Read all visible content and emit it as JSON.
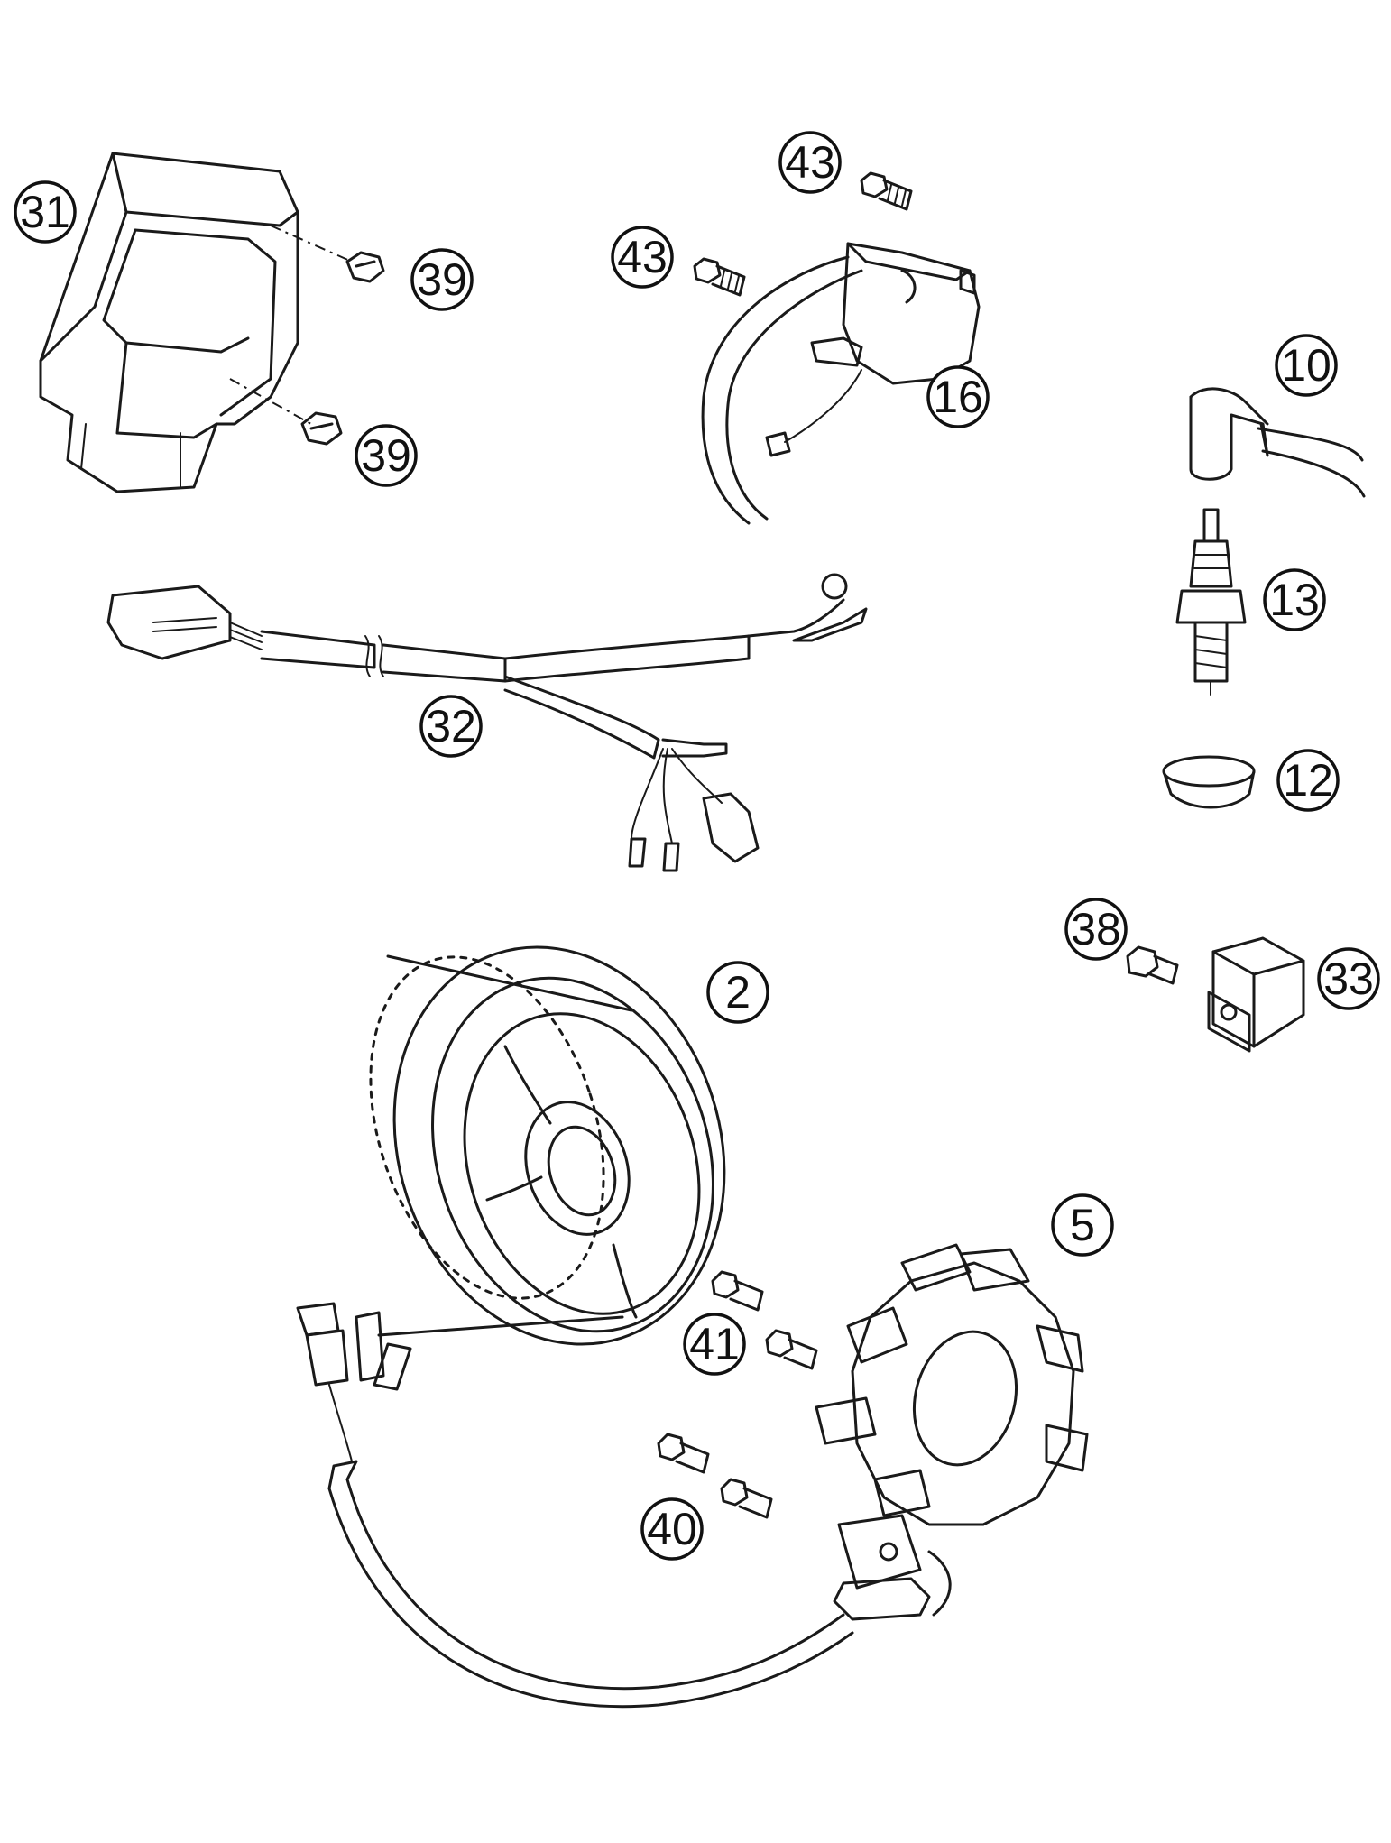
{
  "callouts": [
    {
      "id": "c31",
      "label": "31"
    },
    {
      "id": "c39a",
      "label": "39"
    },
    {
      "id": "c39b",
      "label": "39"
    },
    {
      "id": "c43a",
      "label": "43"
    },
    {
      "id": "c43b",
      "label": "43"
    },
    {
      "id": "c16",
      "label": "16"
    },
    {
      "id": "c10",
      "label": "10"
    },
    {
      "id": "c13",
      "label": "13"
    },
    {
      "id": "c12",
      "label": "12"
    },
    {
      "id": "c32",
      "label": "32"
    },
    {
      "id": "c38",
      "label": "38"
    },
    {
      "id": "c33",
      "label": "33"
    },
    {
      "id": "c2",
      "label": "2"
    },
    {
      "id": "c5",
      "label": "5"
    },
    {
      "id": "c41",
      "label": "41"
    },
    {
      "id": "c40",
      "label": "40"
    }
  ],
  "colors": {
    "line": "#1a1a1a",
    "background": "#ffffff"
  }
}
